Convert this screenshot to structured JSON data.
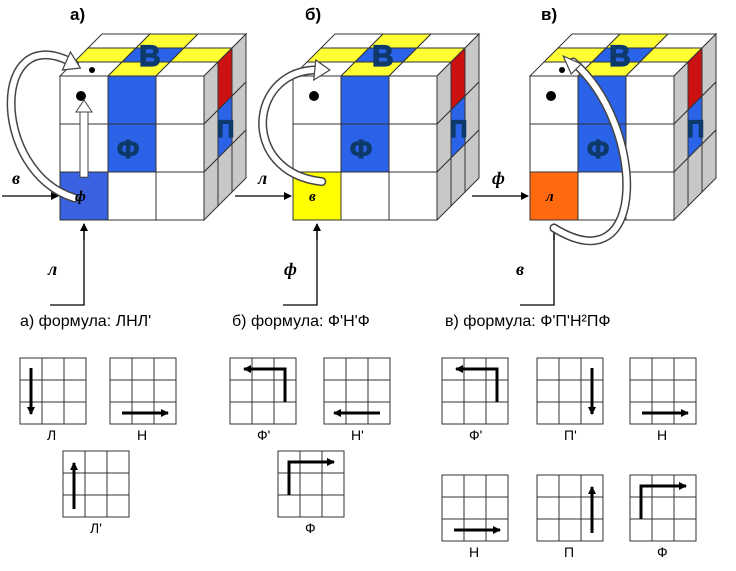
{
  "cubes": [
    {
      "label": "а)",
      "left_arrow_letter": "в",
      "bottom_arrow_letter": "л",
      "marked_facelet_letter": "ф",
      "marked_facelet_color": "#3a62e0",
      "arrow_kind": "big-loop-and-up"
    },
    {
      "label": "б)",
      "left_arrow_letter": "л",
      "bottom_arrow_letter": "ф",
      "marked_facelet_letter": "в",
      "marked_facelet_color": "#ffff00",
      "arrow_kind": "loop-to-top"
    },
    {
      "label": "в)",
      "left_arrow_letter": "ф",
      "bottom_arrow_letter": "в",
      "marked_facelet_letter": "л",
      "marked_facelet_color": "#ff6a10",
      "arrow_kind": "loop-to-top-right"
    }
  ],
  "center_labels": {
    "top": "В",
    "front": "Ф",
    "right": "П"
  },
  "colors": {
    "yellow": "#ffff33",
    "blue": "#2b63e8",
    "red": "#cc1111",
    "grey": "#c8c8c8",
    "white": "#ffffff",
    "top_grey": "#d9d9d9"
  },
  "formulas": [
    {
      "text": "а) формула: ЛНЛ'"
    },
    {
      "text": "б) формула: Ф'Н'Ф"
    },
    {
      "text": "в) формула: Ф'П'Н²ПФ"
    }
  ],
  "moves": [
    {
      "caption": "Л",
      "icon": "down-left-col"
    },
    {
      "caption": "Н",
      "icon": "right-bottom-row"
    },
    {
      "caption": "Л'",
      "icon": "up-left-col"
    },
    {
      "caption": "Ф'",
      "icon": "ccw-corner"
    },
    {
      "caption": "Н'",
      "icon": "left-bottom-row"
    },
    {
      "caption": "Ф",
      "icon": "cw-corner"
    },
    {
      "caption": "Ф'",
      "icon": "ccw-corner"
    },
    {
      "caption": "П'",
      "icon": "down-right-col"
    },
    {
      "caption": "Н",
      "icon": "right-bottom-row"
    },
    {
      "caption": "Н",
      "icon": "right-bottom-row"
    },
    {
      "caption": "П",
      "icon": "up-right-col"
    },
    {
      "caption": "Ф",
      "icon": "cw-corner"
    }
  ]
}
